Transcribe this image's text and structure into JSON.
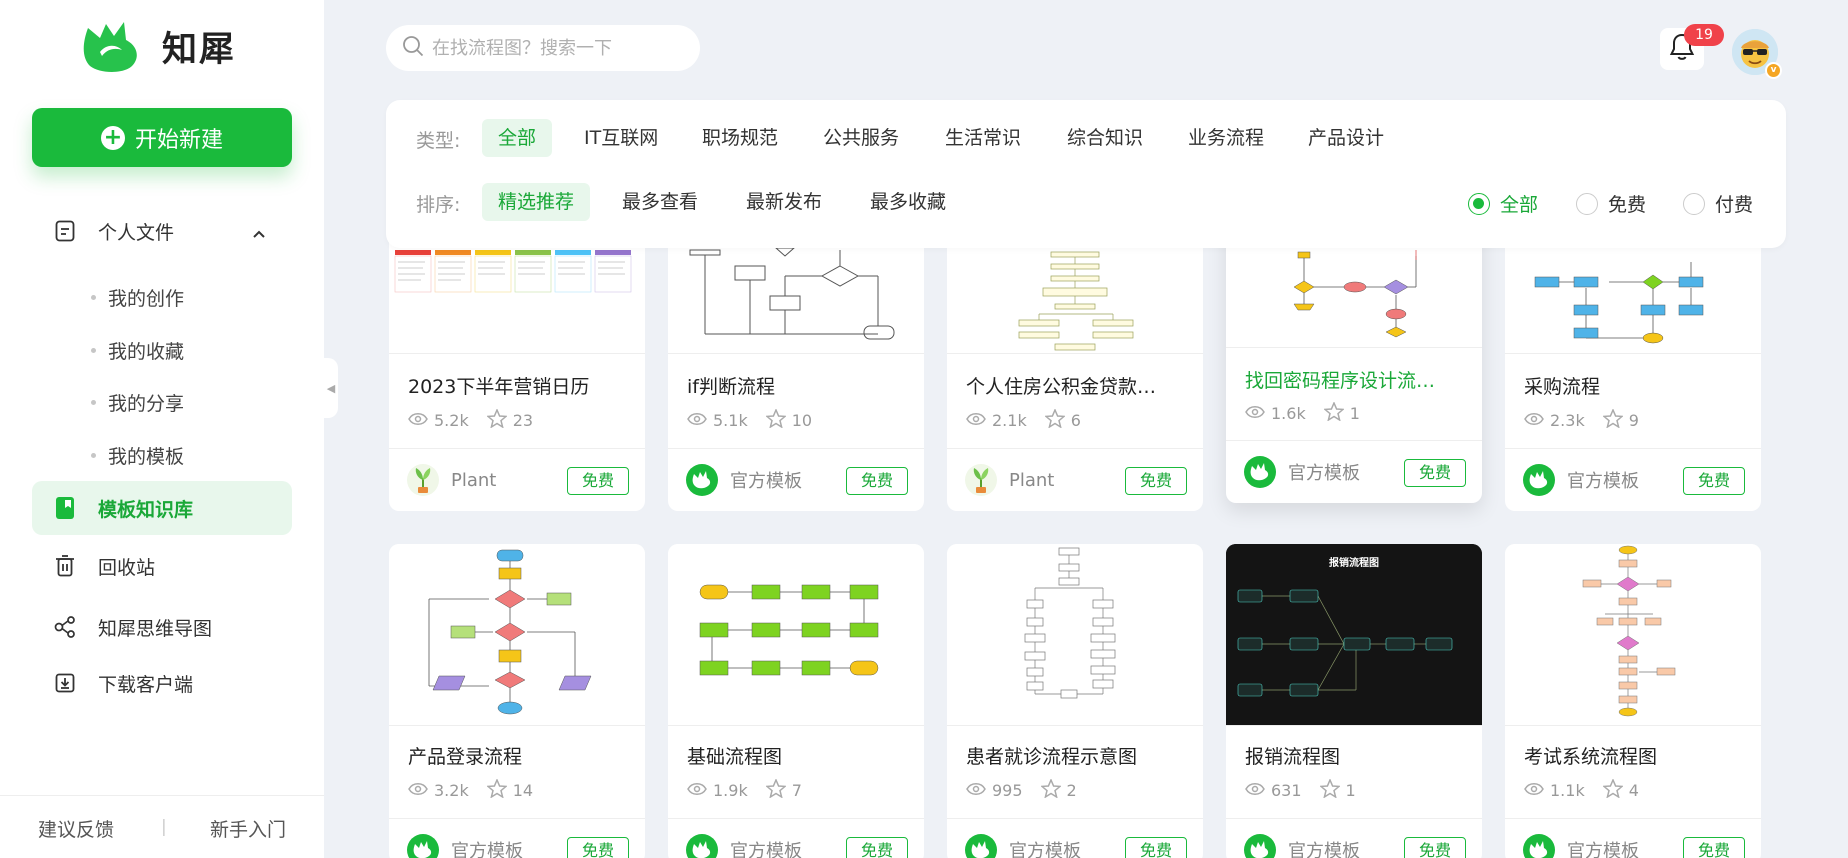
{
  "app": {
    "name": "知犀",
    "brand_color": "#1aba3c"
  },
  "sidebar": {
    "new_button": "开始新建",
    "personal_files": "个人文件",
    "sub_items": [
      "我的创作",
      "我的收藏",
      "我的分享",
      "我的模板"
    ],
    "template_library": "模板知识库",
    "recycle_bin": "回收站",
    "mind_map": "知犀思维导图",
    "download_client": "下载客户端",
    "footer": {
      "feedback": "建议反馈",
      "separator": "|",
      "guide": "新手入门"
    }
  },
  "header": {
    "search_placeholder": "在找流程图？搜索一下",
    "notification_count": "19"
  },
  "filter": {
    "type_label": "类型:",
    "types": [
      "全部",
      "IT互联网",
      "职场规范",
      "公共服务",
      "生活常识",
      "综合知识",
      "业务流程",
      "产品设计"
    ],
    "active_type": "全部",
    "sort_label": "排序:",
    "sorts": [
      "精选推荐",
      "最多查看",
      "最新发布",
      "最多收藏"
    ],
    "active_sort": "精选推荐",
    "price_options": [
      "全部",
      "免费",
      "付费"
    ],
    "active_price": "全部"
  },
  "cards": [
    {
      "title": "2023下半年营销日历",
      "views": "5.2k",
      "stars": "23",
      "author": "Plant",
      "price": "免费"
    },
    {
      "title": "if判断流程",
      "views": "5.1k",
      "stars": "10",
      "author": "官方模板",
      "price": "免费"
    },
    {
      "title": "个人住房公积金贷款…",
      "views": "2.1k",
      "stars": "6",
      "author": "Plant",
      "price": "免费"
    },
    {
      "title": "找回密码程序设计流…",
      "views": "1.6k",
      "stars": "1",
      "author": "官方模板",
      "price": "免费"
    },
    {
      "title": "采购流程",
      "views": "2.3k",
      "stars": "9",
      "author": "官方模板",
      "price": "免费"
    },
    {
      "title": "产品登录流程",
      "views": "3.2k",
      "stars": "14",
      "author": "官方模板",
      "price": "免费"
    },
    {
      "title": "基础流程图",
      "views": "1.9k",
      "stars": "7",
      "author": "官方模板",
      "price": "免费"
    },
    {
      "title": "患者就诊流程示意图",
      "views": "995",
      "stars": "2",
      "author": "官方模板",
      "price": "免费"
    },
    {
      "title": "报销流程图",
      "views": "631",
      "stars": "1",
      "author": "官方模板",
      "price": "免费",
      "thumb_title": "报销流程图"
    },
    {
      "title": "考试系统流程图",
      "views": "1.1k",
      "stars": "4",
      "author": "官方模板",
      "price": "免费"
    }
  ]
}
